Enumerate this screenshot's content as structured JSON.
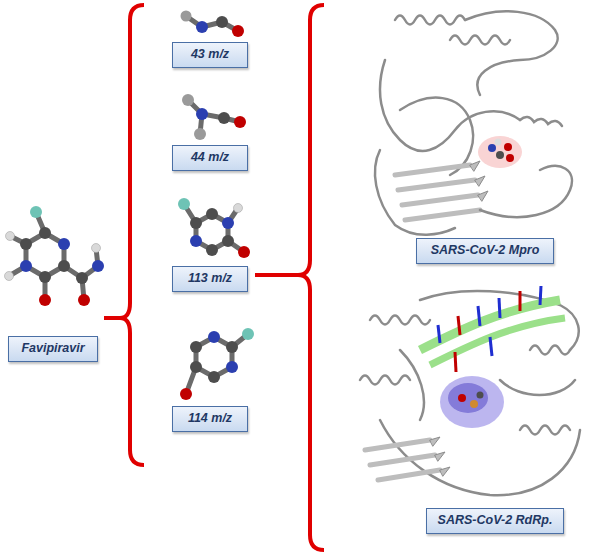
{
  "diagram": {
    "nodes": [
      {
        "text": [
          "Favipiravir"
        ]
      },
      {
        "text": [
          "43 m/z"
        ]
      },
      {
        "text": [
          "44 m/z"
        ]
      },
      {
        "text": [
          "113 m/z"
        ]
      },
      {
        "text": [
          "114 m/z"
        ]
      },
      {
        "text": [
          "SARS-CoV-2 Mpro"
        ]
      },
      {
        "text": [
          "SARS-CoV-2 RdRp."
        ]
      }
    ]
  }
}
